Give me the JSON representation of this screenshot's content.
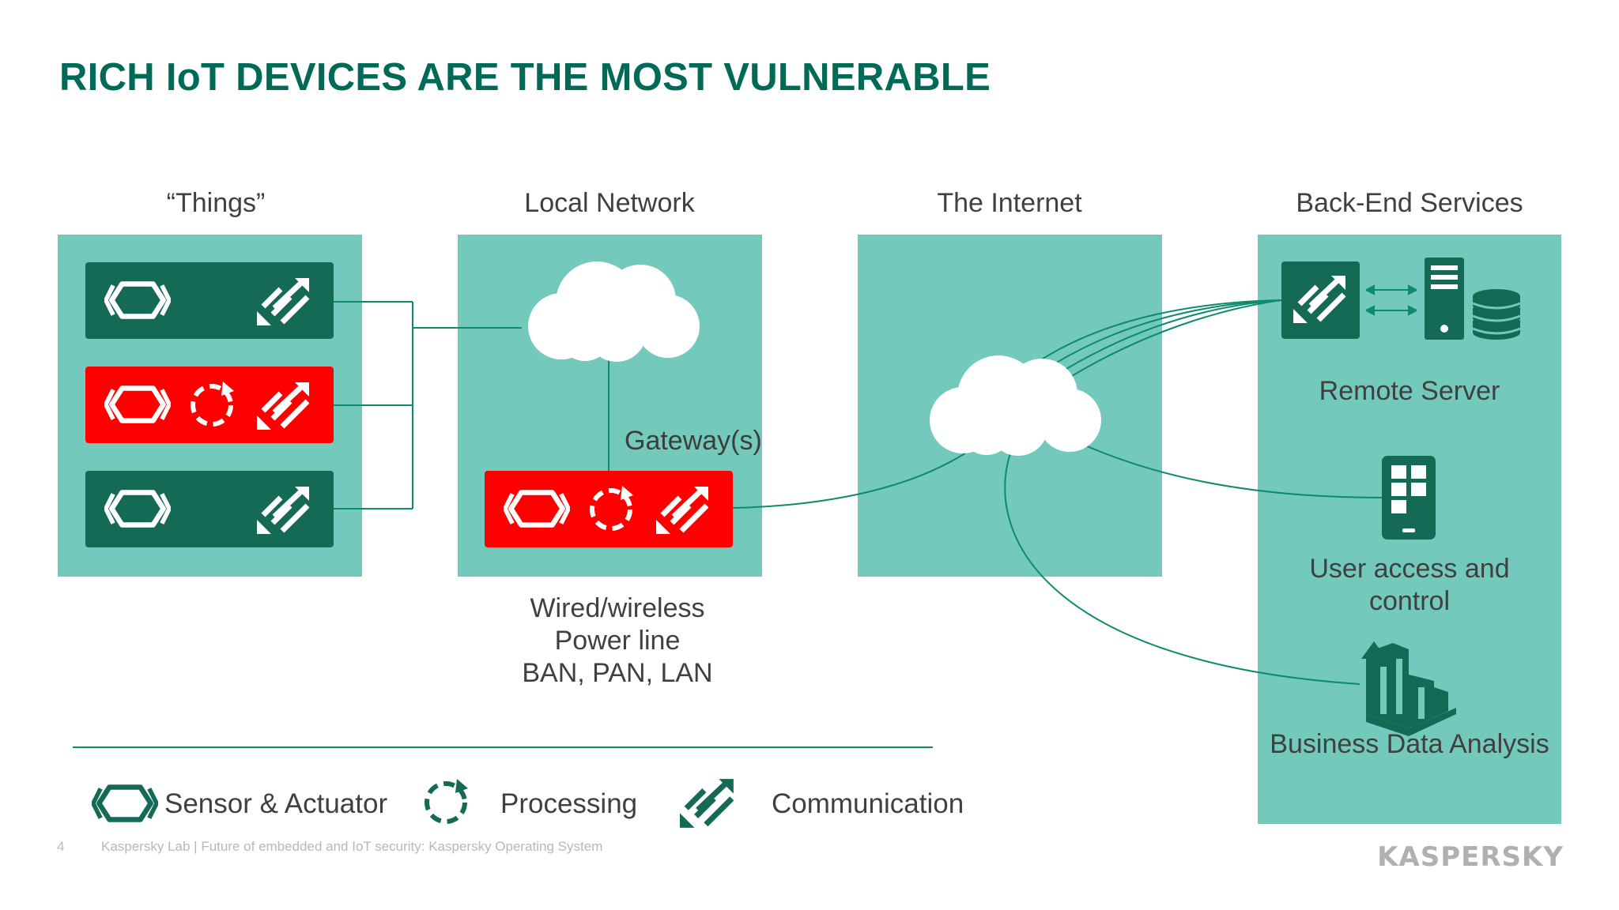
{
  "title": "RICH IoT DEVICES ARE THE MOST VULNERABLE",
  "columns": {
    "things": "“Things”",
    "local": "Local Network",
    "internet": "The Internet",
    "backend": "Back-End Services"
  },
  "local_network": {
    "gateway_label": "Gateway(s)",
    "media_line1": "Wired/wireless",
    "media_line2": "Power line",
    "media_line3": "BAN, PAN, LAN"
  },
  "backend": {
    "remote_server": "Remote Server",
    "user_access_line1": "User access and",
    "user_access_line2": "control",
    "business": "Business Data Analysis"
  },
  "legend": {
    "sensor": "Sensor & Actuator",
    "processing": "Processing",
    "communication": "Communication"
  },
  "footer": {
    "page": "4",
    "text": "Kaspersky Lab  |  Future of embedded and IoT security: Kaspersky Operating System",
    "logo": "KASPERSKY"
  },
  "colors": {
    "title": "#006a57",
    "panel": "#72c9bc",
    "device_green": "#156a55",
    "device_red": "#ff0000",
    "line": "#0e8a6f"
  }
}
